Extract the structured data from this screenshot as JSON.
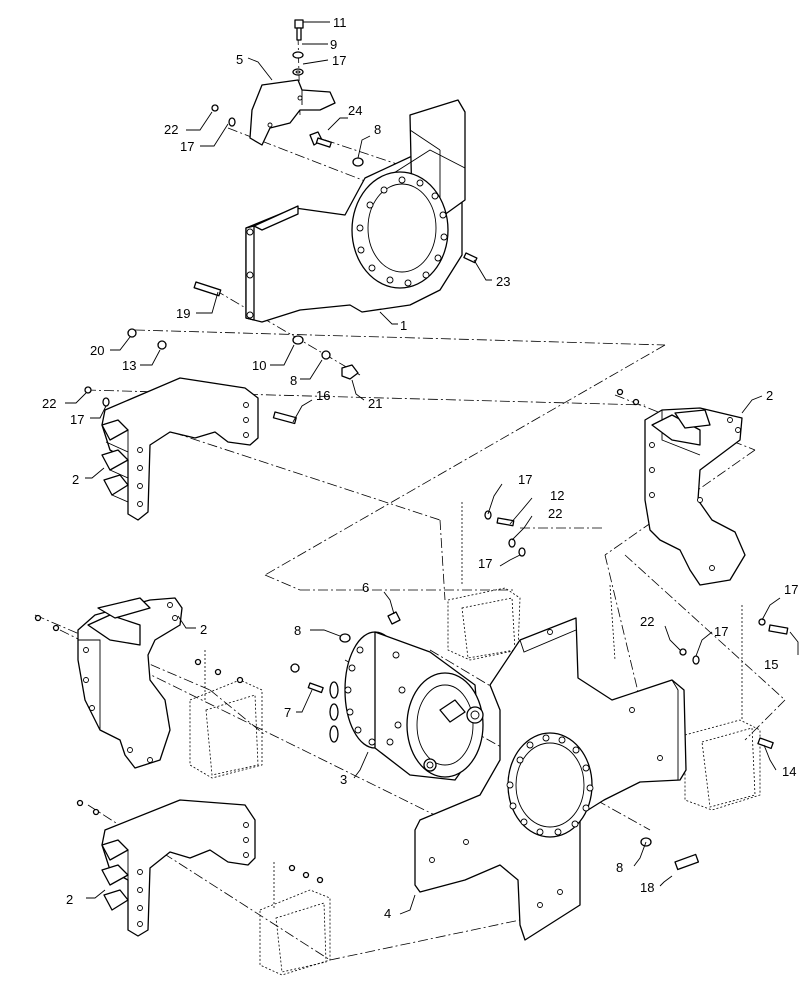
{
  "callouts": [
    {
      "id": "c11a",
      "label": "11"
    },
    {
      "id": "c9a",
      "label": "9"
    },
    {
      "id": "c17a",
      "label": "17"
    },
    {
      "id": "c5",
      "label": "5"
    },
    {
      "id": "c24",
      "label": "24"
    },
    {
      "id": "c8a",
      "label": "8"
    },
    {
      "id": "c22a",
      "label": "22"
    },
    {
      "id": "c17b",
      "label": "17"
    },
    {
      "id": "c23",
      "label": "23"
    },
    {
      "id": "c19",
      "label": "19"
    },
    {
      "id": "c1",
      "label": "1"
    },
    {
      "id": "c20",
      "label": "20"
    },
    {
      "id": "c13",
      "label": "13"
    },
    {
      "id": "c10",
      "label": "10"
    },
    {
      "id": "c8b",
      "label": "8"
    },
    {
      "id": "c21",
      "label": "21"
    },
    {
      "id": "c22b",
      "label": "22"
    },
    {
      "id": "c17c",
      "label": "17"
    },
    {
      "id": "c16",
      "label": "16"
    },
    {
      "id": "c2a",
      "label": "2"
    },
    {
      "id": "c2b",
      "label": "2"
    },
    {
      "id": "c17d",
      "label": "17"
    },
    {
      "id": "c12",
      "label": "12"
    },
    {
      "id": "c22c",
      "label": "22"
    },
    {
      "id": "c17e",
      "label": "17"
    },
    {
      "id": "c6",
      "label": "6"
    },
    {
      "id": "c2c",
      "label": "2"
    },
    {
      "id": "c8c",
      "label": "8"
    },
    {
      "id": "c7",
      "label": "7"
    },
    {
      "id": "c3",
      "label": "3"
    },
    {
      "id": "c17f",
      "label": "17"
    },
    {
      "id": "c22d",
      "label": "22"
    },
    {
      "id": "c17g",
      "label": "17"
    },
    {
      "id": "c15",
      "label": "15"
    },
    {
      "id": "c14",
      "label": "14"
    },
    {
      "id": "c8d",
      "label": "8"
    },
    {
      "id": "c18",
      "label": "18"
    },
    {
      "id": "c4",
      "label": "4"
    },
    {
      "id": "c2d",
      "label": "2"
    }
  ]
}
